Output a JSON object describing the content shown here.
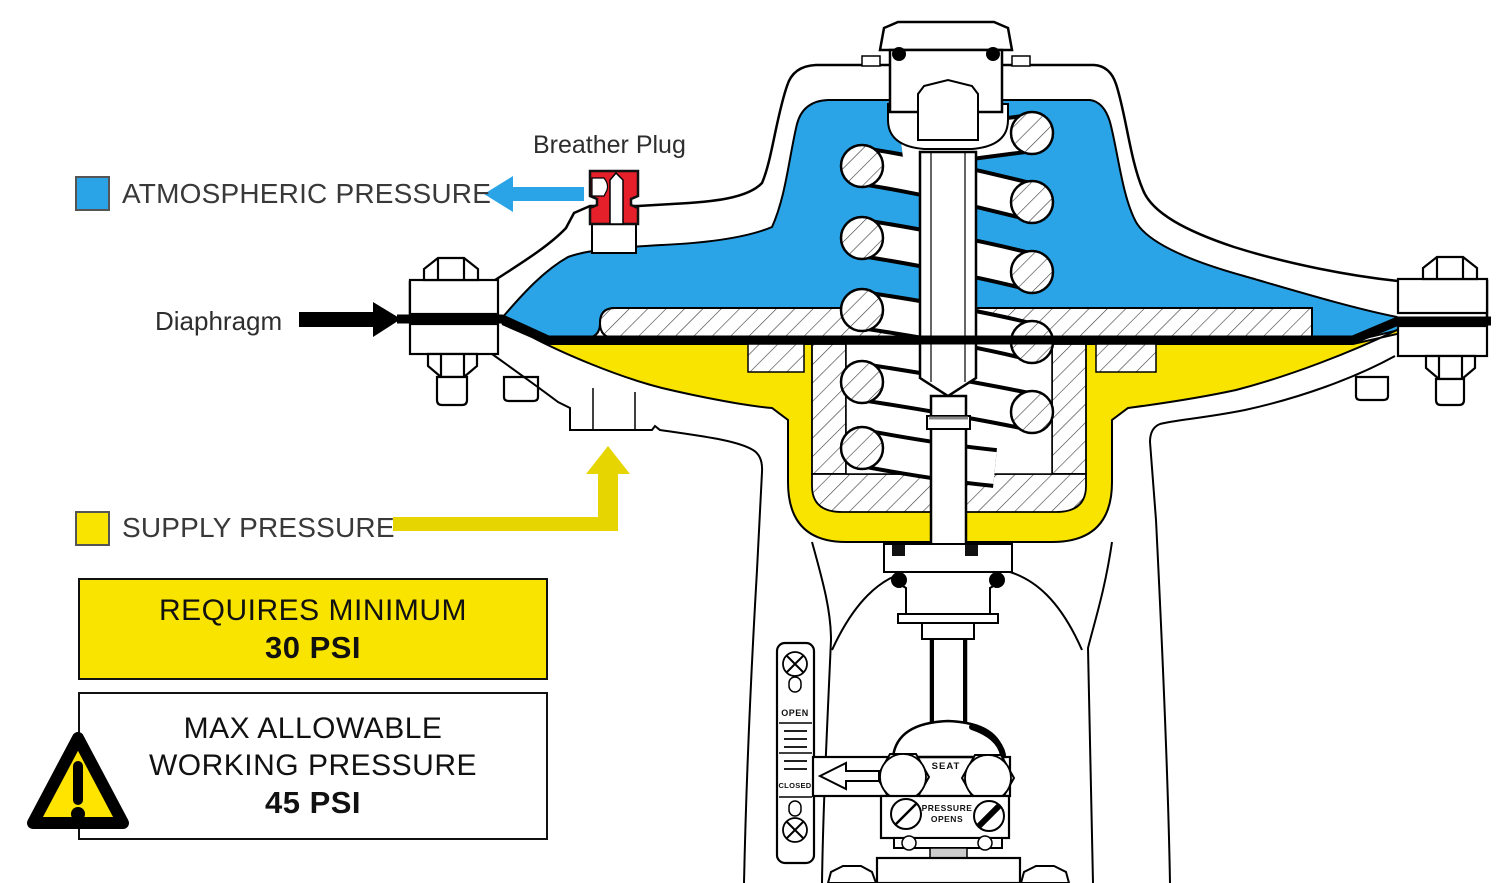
{
  "colors": {
    "atmospheric_blue": "#2AA4E6",
    "supply_yellow": "#F9E400",
    "arrow_yellow": "#E6D500",
    "breather_red": "#E5202B",
    "warning_yellow": "#FFE400",
    "outline": "#000000",
    "label_text": "#39393a"
  },
  "legend": {
    "atmospheric": {
      "label": "ATMOSPHERIC PRESSURE"
    },
    "supply": {
      "label": "SUPPLY PRESSURE"
    }
  },
  "callouts": {
    "breather_plug": "Breather Plug",
    "diaphragm": "Diaphragm"
  },
  "boxes": {
    "minimum": {
      "line1": "REQUIRES MINIMUM",
      "line2": "30 PSI"
    },
    "max": {
      "line1": "MAX ALLOWABLE",
      "line2": "WORKING PRESSURE",
      "line3": "45 PSI"
    }
  },
  "drawing_labels": {
    "open": "OPEN",
    "closed": "CLOSED",
    "seat": "SEAT",
    "pressure": "PRESSURE",
    "opens": "OPENS"
  }
}
